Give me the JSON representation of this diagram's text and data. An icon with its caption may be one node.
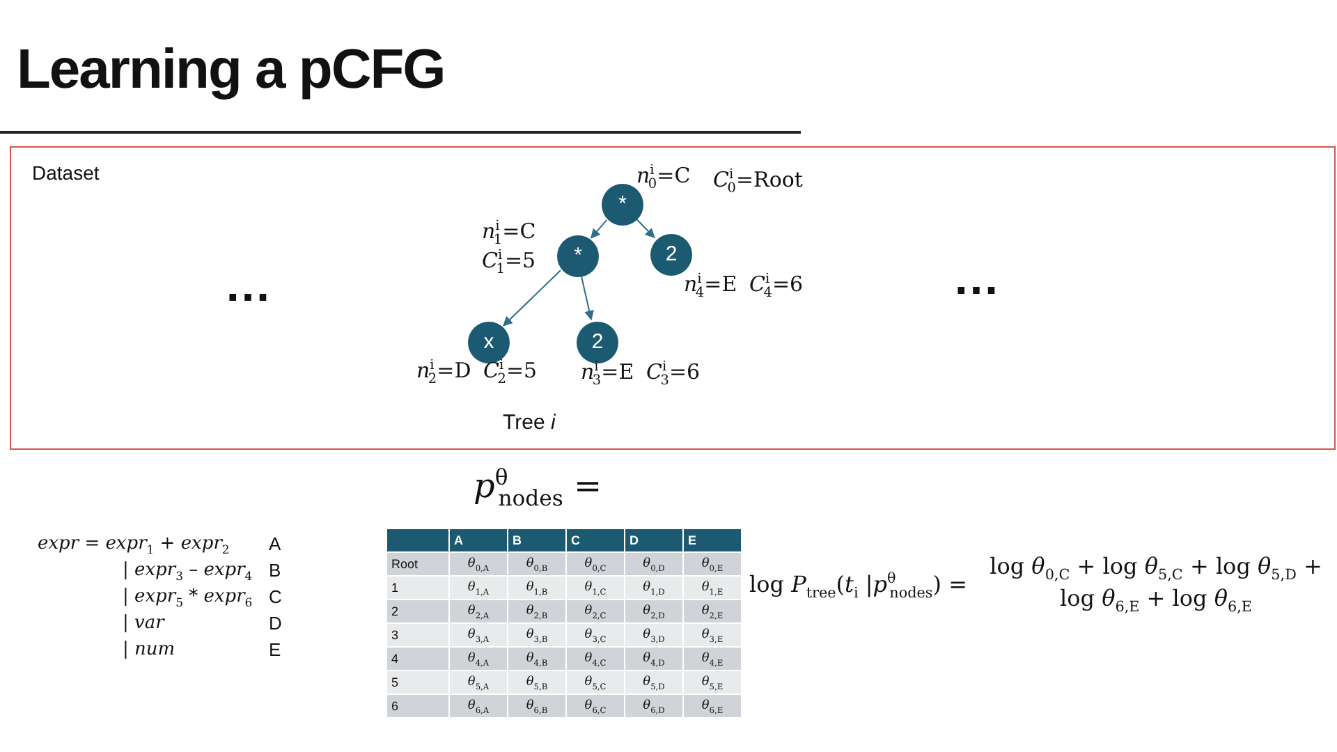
{
  "diagram": {
    "title": "Learning a pCFG",
    "nodes": [
      {
        "text": [
          "Dataset"
        ]
      },
      {
        "text": [
          "*"
        ],
        "in": 0,
        "beside": [
          "*n*$^{i}$$_{0}$=C",
          "*C*$^{i}$$_{0}$=Root"
        ]
      },
      {
        "text": [
          "*"
        ],
        "in": 0,
        "beside": [
          "*n*$^{i}$$_{1}$=C",
          "*C*$^{i}$$_{1}$=5"
        ]
      },
      {
        "text": [
          "2"
        ],
        "in": 0,
        "beside": [
          "*n*$^{i}$$_{4}$=E",
          "*C*$^{i}$$_{4}$=6"
        ]
      },
      {
        "text": [
          "x"
        ],
        "in": 0,
        "beside": [
          "*n*$^{i}$$_{2}$=D",
          "*C*$^{i}$$_{2}$=5"
        ]
      },
      {
        "text": [
          "2"
        ],
        "in": 0,
        "beside": [
          "*n*$^{i}$$_{3}$=E",
          "*C*$^{i}$$_{3}$=6"
        ]
      }
    ],
    "edges": [
      {
        "from": 1,
        "to": 2,
        "arrow": "to"
      },
      {
        "from": 1,
        "to": 3,
        "arrow": "to"
      },
      {
        "from": 2,
        "to": 4,
        "arrow": "to"
      },
      {
        "from": 2,
        "to": 5,
        "arrow": "to"
      }
    ],
    "labels": [
      "…",
      "…",
      "Tree *i*",
      "*p*$^{θ}$$_{nodes}$ =",
      "*expr* =  *expr*$_{1}$ + *expr*$_{2}$",
      "A",
      "| *expr*$_{3}$ – *expr*$_{4}$",
      "B",
      "| *expr*$_{5}$ * *expr*$_{6}$",
      "C",
      "| *var*",
      "D",
      "| *num*",
      "E",
      "A",
      "B",
      "C",
      "D",
      "E",
      "Root",
      "*θ*$_{0,A}$",
      "*θ*$_{0,B}$",
      "*θ*$_{0,C}$",
      "*θ*$_{0,D}$",
      "*θ*$_{0,E}$",
      "1",
      "*θ*$_{1,A}$",
      "*θ*$_{1,B}$",
      "*θ*$_{1,C}$",
      "*θ*$_{1,D}$",
      "*θ*$_{1,E}$",
      "2",
      "*θ*$_{2,A}$",
      "*θ*$_{2,B}$",
      "*θ*$_{2,C}$",
      "*θ*$_{2,D}$",
      "*θ*$_{2,E}$",
      "3",
      "*θ*$_{3,A}$",
      "*θ*$_{3,B}$",
      "*θ*$_{3,C}$",
      "*θ*$_{3,D}$",
      "*θ*$_{3,E}$",
      "4",
      "*θ*$_{4,A}$",
      "*θ*$_{4,B}$",
      "*θ*$_{4,C}$",
      "*θ*$_{4,D}$",
      "*θ*$_{4,E}$",
      "5",
      "*θ*$_{5,A}$",
      "*θ*$_{5,B}$",
      "*θ*$_{5,C}$",
      "*θ*$_{5,D}$",
      "*θ*$_{5,E}$",
      "6",
      "*θ*$_{6,A}$",
      "*θ*$_{6,B}$",
      "*θ*$_{6,C}$",
      "*θ*$_{6,D}$",
      "*θ*$_{6,E}$",
      "log *P*$_{tree}$(*t*$_{i}$ |*p*$^{θ}$$_{nodes}$) =",
      "log *θ*$_{0,C}$ + log *θ*$_{5,C}$ + log *θ*$_{5,D}$ + log *θ*$_{6,E}$ + log *θ*$_{6,E}$"
    ]
  }
}
